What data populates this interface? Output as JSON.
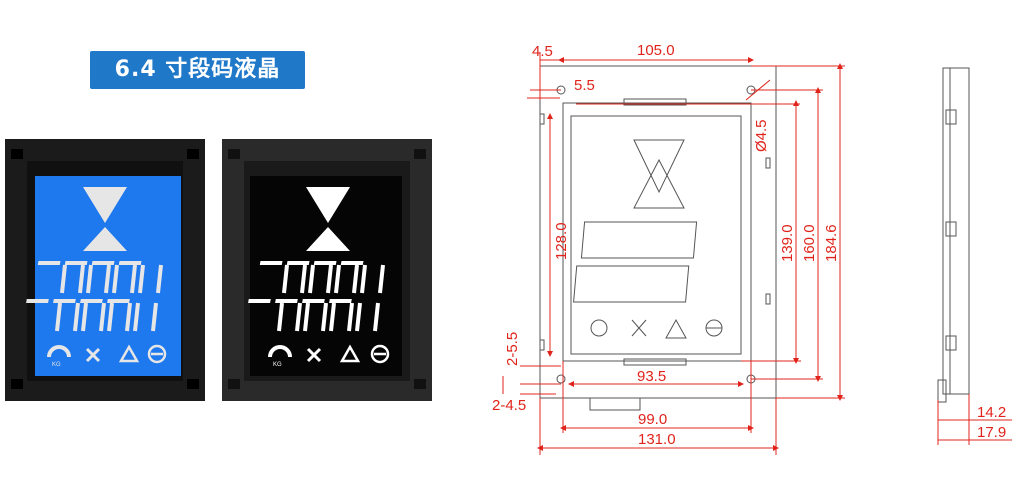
{
  "banner": {
    "title": "6.4 寸段码液晶"
  },
  "photos": {
    "blue": {
      "screen_color": "#1e78ee",
      "frame_color": "#1b1b1b",
      "segment_color": "#e6e6e6"
    },
    "black": {
      "screen_color": "#050505",
      "frame_color": "#2a2a2a",
      "segment_color": "#ffffff"
    },
    "icons": [
      "kg-gauge-icon",
      "tools-icon",
      "warning-fire-icon",
      "no-entry-icon"
    ],
    "icon_text": "KG"
  },
  "drawing": {
    "line_color": "#555555",
    "dim_color": "#e0241b",
    "dims": {
      "top_left": "4.5",
      "top_width": "105.0",
      "hole_offset": "5.5",
      "hole_dia": "Ø4.5",
      "left_height": "128.0",
      "right_h1": "139.0",
      "right_h2": "160.0",
      "right_h3": "184.6",
      "left_small1": "2-5.5",
      "left_small2": "2-4.5",
      "bottom1": "93.5",
      "bottom2": "99.0",
      "bottom3": "131.0",
      "side1": "14.2",
      "side2": "17.9"
    }
  }
}
